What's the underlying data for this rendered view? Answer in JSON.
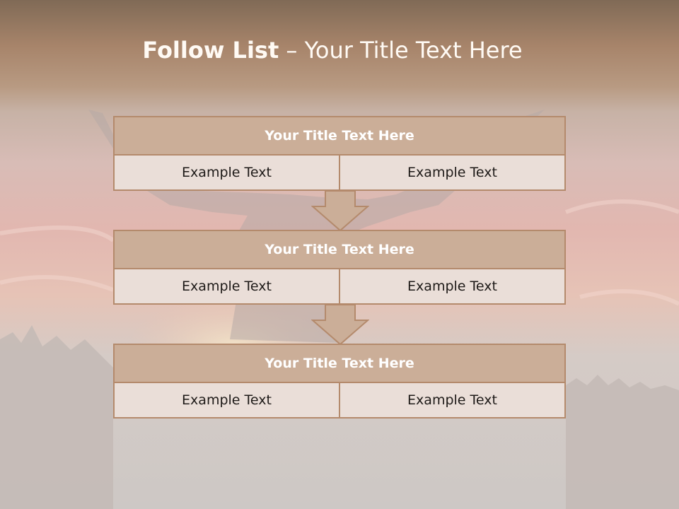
{
  "slide": {
    "title_bold": "Follow List",
    "title_rest": "– Your Title Text Here",
    "blocks": [
      {
        "title": "Your Title Text Here",
        "left": "Example Text",
        "right": "Example Text"
      },
      {
        "title": "Your Title Text Here",
        "left": "Example Text",
        "right": "Example Text"
      },
      {
        "title": "Your Title Text Here",
        "left": "Example Text",
        "right": "Example Text"
      }
    ]
  },
  "colors": {
    "block_title_fill": "#cbae98",
    "block_border": "#b48a6c",
    "cell_fill": "#eaded8",
    "title_text": "#fffaf4"
  }
}
